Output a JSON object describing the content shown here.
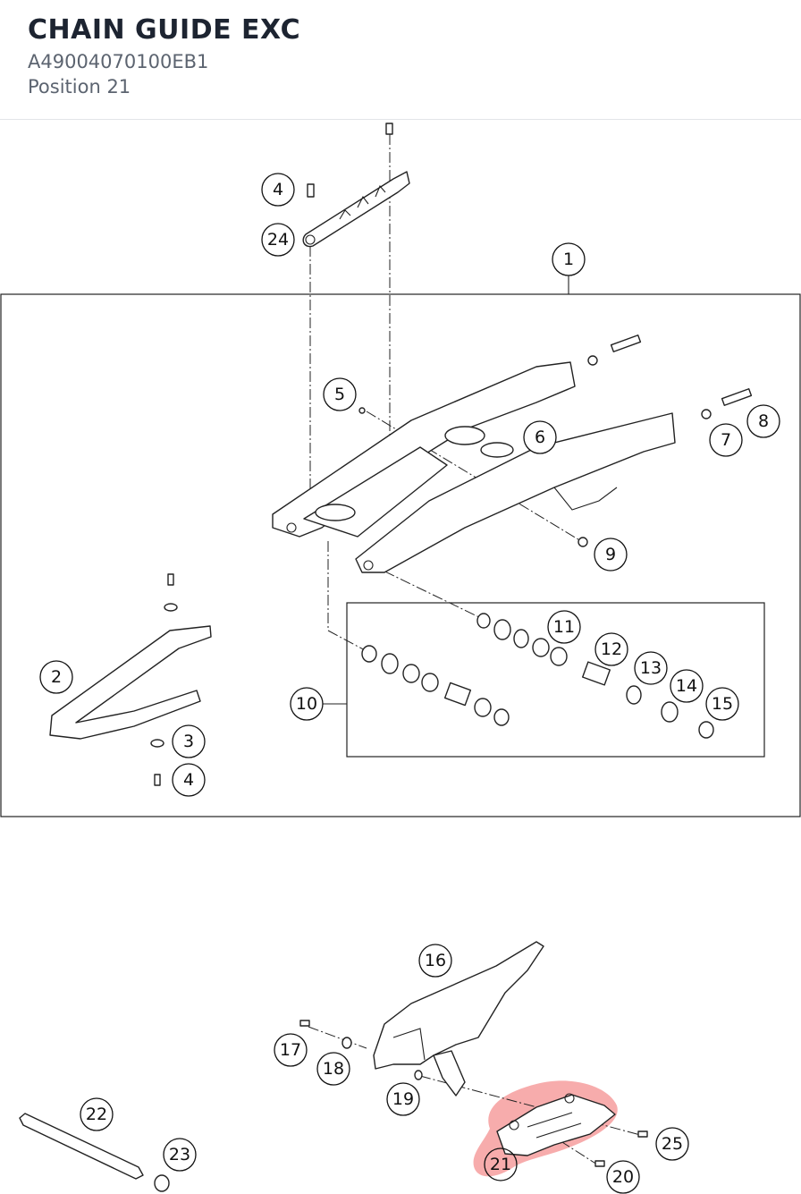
{
  "header": {
    "title": "CHAIN GUIDE EXC",
    "part_number": "A49004070100EB1",
    "position": "Position 21"
  },
  "diagram": {
    "highlight_color": "#f05a5a",
    "callouts": [
      {
        "id": "c1",
        "label": "1"
      },
      {
        "id": "c2",
        "label": "2"
      },
      {
        "id": "c3",
        "label": "3"
      },
      {
        "id": "c4a",
        "label": "4"
      },
      {
        "id": "c4b",
        "label": "4"
      },
      {
        "id": "c5",
        "label": "5"
      },
      {
        "id": "c6",
        "label": "6"
      },
      {
        "id": "c7",
        "label": "7"
      },
      {
        "id": "c8",
        "label": "8"
      },
      {
        "id": "c9",
        "label": "9"
      },
      {
        "id": "c10",
        "label": "10"
      },
      {
        "id": "c11",
        "label": "11"
      },
      {
        "id": "c12",
        "label": "12"
      },
      {
        "id": "c13",
        "label": "13"
      },
      {
        "id": "c14",
        "label": "14"
      },
      {
        "id": "c15",
        "label": "15"
      },
      {
        "id": "c16",
        "label": "16"
      },
      {
        "id": "c17",
        "label": "17"
      },
      {
        "id": "c18",
        "label": "18"
      },
      {
        "id": "c19",
        "label": "19"
      },
      {
        "id": "c20",
        "label": "20"
      },
      {
        "id": "c21",
        "label": "21",
        "highlighted": true
      },
      {
        "id": "c22",
        "label": "22"
      },
      {
        "id": "c23",
        "label": "23"
      },
      {
        "id": "c24",
        "label": "24"
      },
      {
        "id": "c25",
        "label": "25"
      }
    ]
  }
}
